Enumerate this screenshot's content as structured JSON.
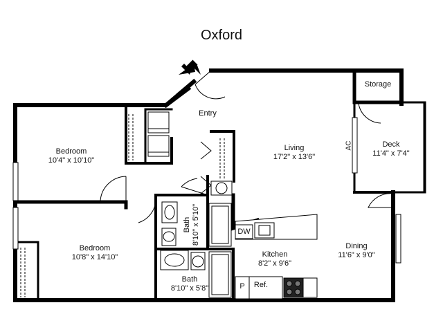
{
  "title": "Oxford",
  "rooms": {
    "entry": {
      "name": "Entry"
    },
    "living": {
      "name": "Living",
      "size": "17'2\" x 13'6\""
    },
    "bedroom1": {
      "name": "Bedroom",
      "size": "10'4\" x 10'10\""
    },
    "bedroom2": {
      "name": "Bedroom",
      "size": "10'8\" x 14'10\""
    },
    "bath1": {
      "name": "Bath",
      "size": "8'10\" x 5'10\""
    },
    "bath2": {
      "name": "Bath",
      "size": "8'10\" x 5'8\""
    },
    "kitchen": {
      "name": "Kitchen",
      "size": "8'2\" x 9'6\""
    },
    "dining": {
      "name": "Dining",
      "size": "11'6\" x 9'0\""
    },
    "deck": {
      "name": "Deck",
      "size": "11'4\" x 7'4\""
    },
    "storage": {
      "name": "Storage"
    }
  },
  "fixtures": {
    "ac": "AC",
    "dishwasher": "DW",
    "pantry": "P",
    "refrigerator": "Ref."
  }
}
